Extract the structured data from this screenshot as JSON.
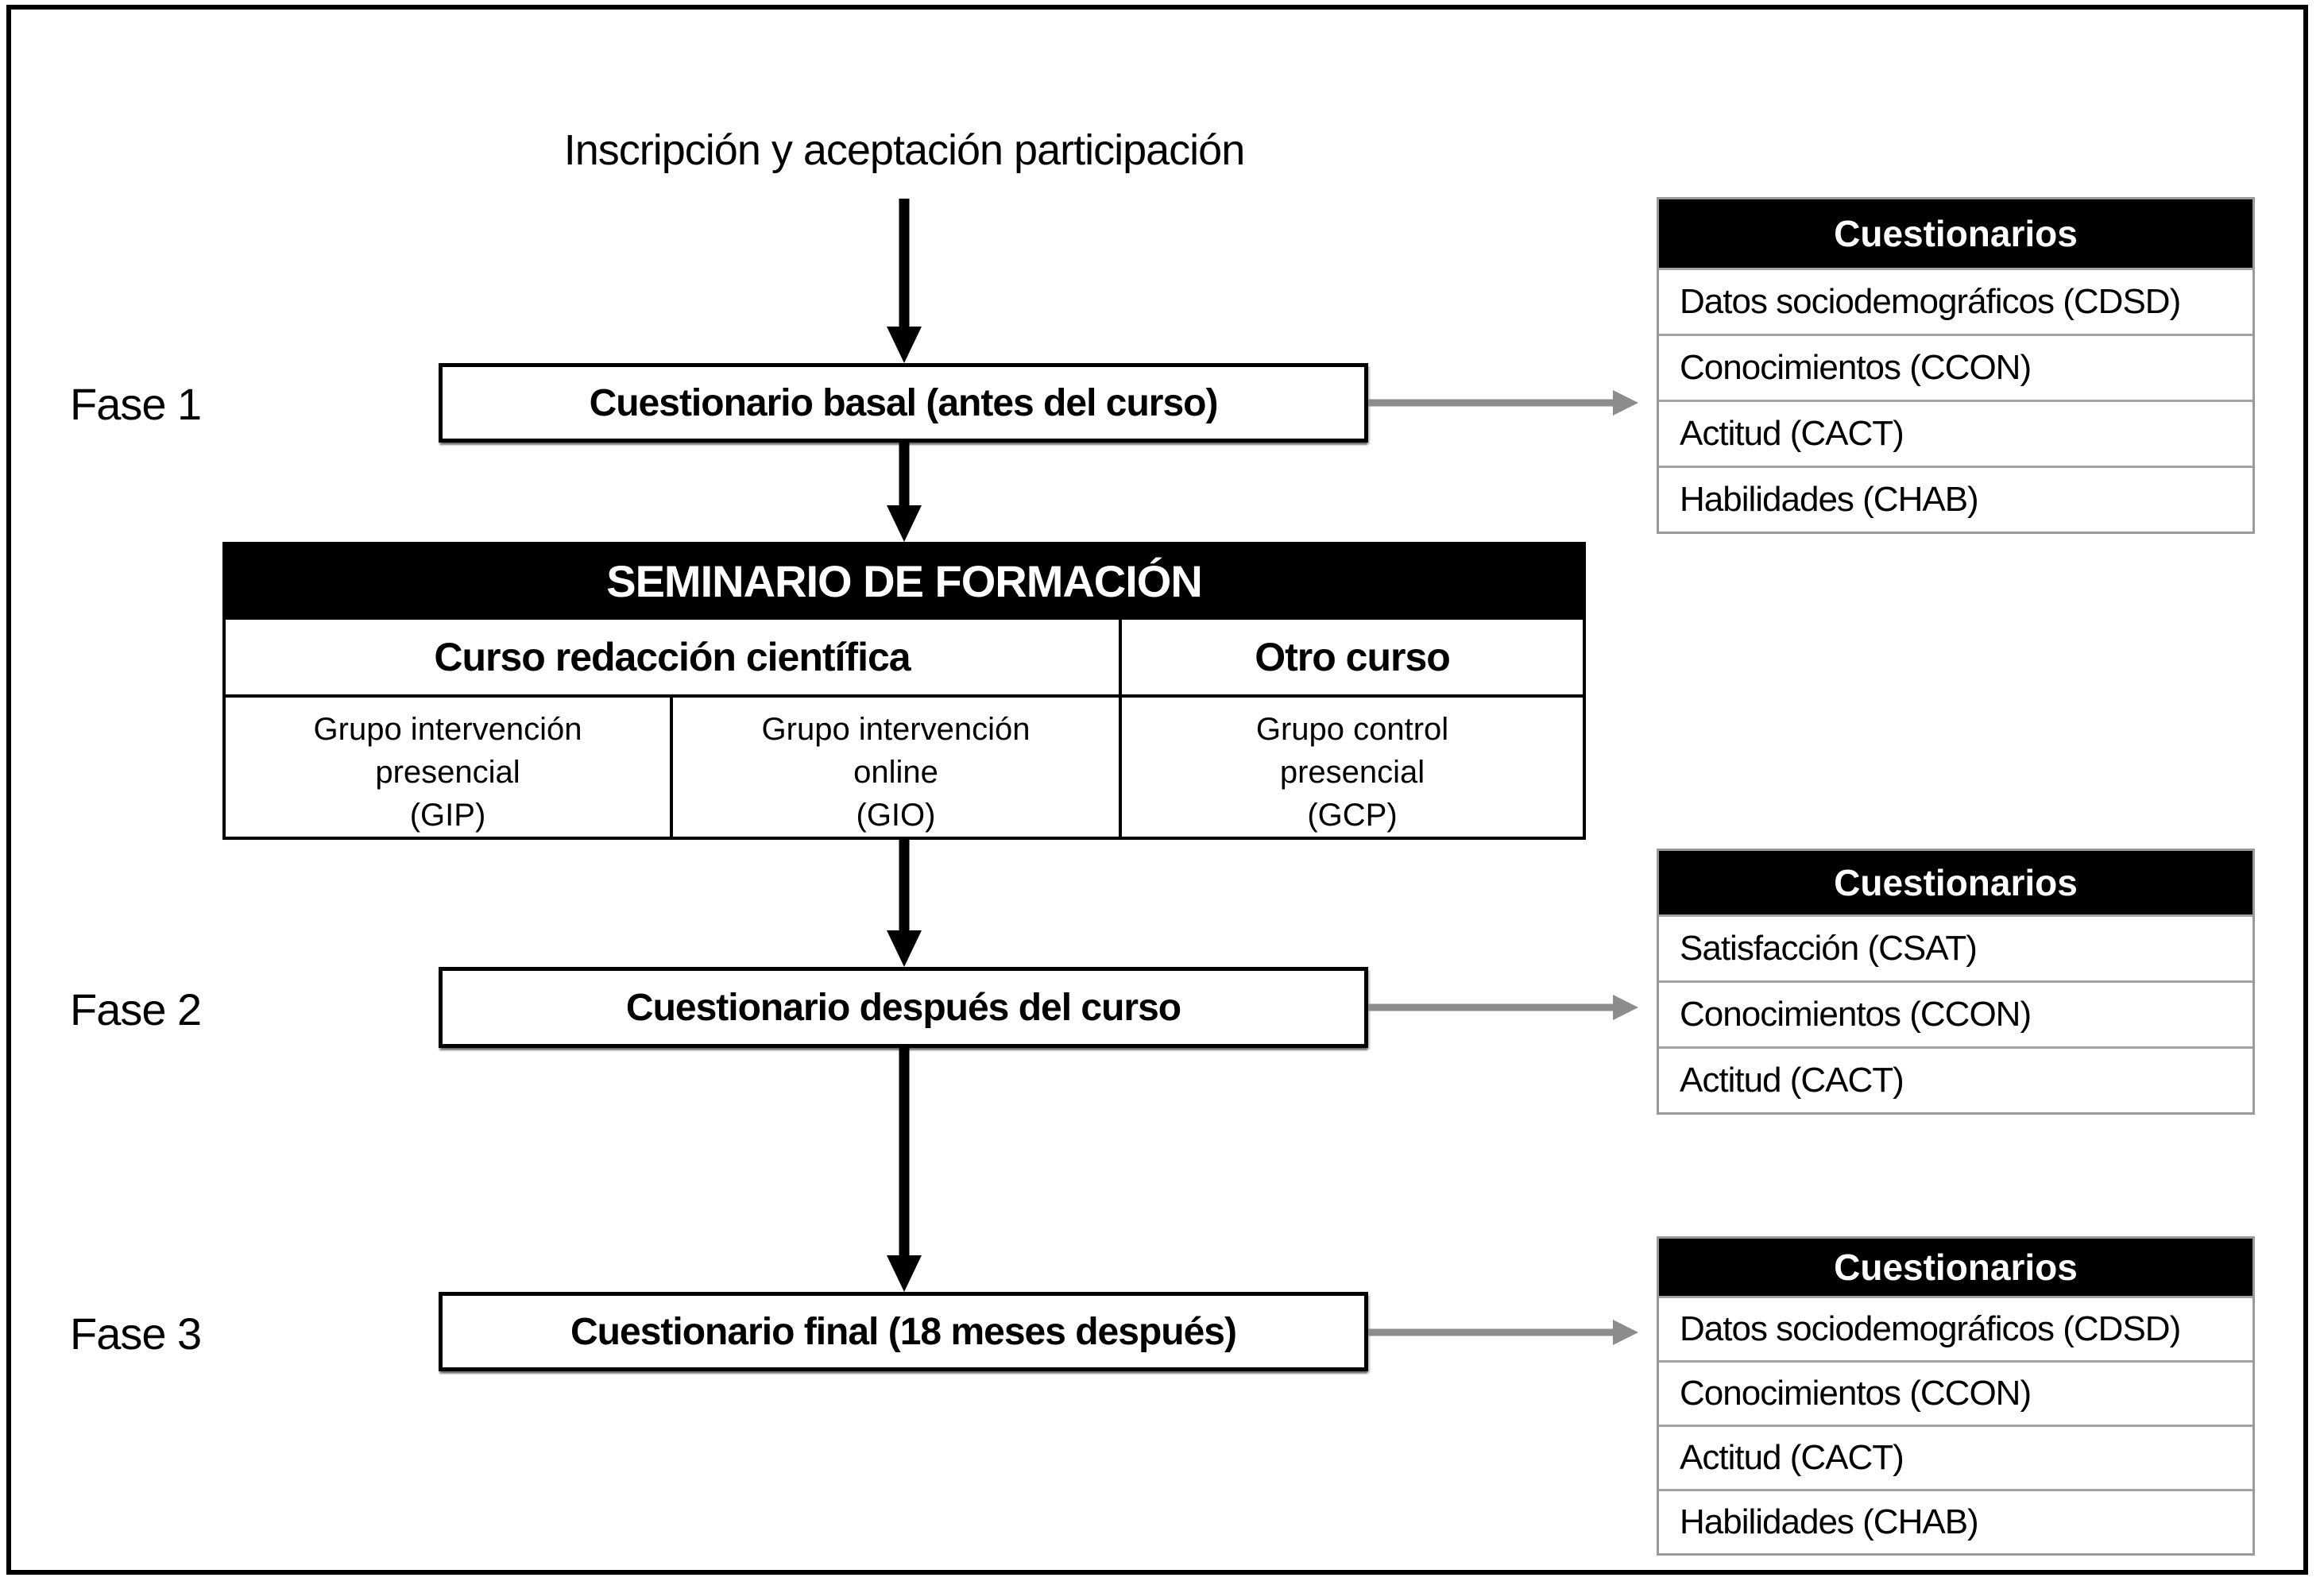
{
  "figure": {
    "top_label": "Inscripción y aceptación participación",
    "phases": [
      {
        "label": "Fase 1",
        "box_title": "Cuestionario basal (antes del curso)"
      },
      {
        "label": "Fase 2",
        "box_title": "Cuestionario después del curso"
      },
      {
        "label": "Fase 3",
        "box_title": "Cuestionario final (18 meses después)"
      }
    ],
    "seminar": {
      "title": "SEMINARIO DE FORMACIÓN",
      "course_left": "Curso redacción científica",
      "course_right": "Otro curso",
      "groups": [
        {
          "line1": "Grupo intervención",
          "line2": "presencial",
          "line3": "(GIP)"
        },
        {
          "line1": "Grupo intervención",
          "line2": "online",
          "line3": "(GIO)"
        },
        {
          "line1": "Grupo control",
          "line2": "presencial",
          "line3": "(GCP)"
        }
      ]
    },
    "tables": [
      {
        "header": "Cuestionarios",
        "rows": [
          "Datos sociodemográficos (CDSD)",
          "Conocimientos (CCON)",
          "Actitud (CACT)",
          "Habilidades (CHAB)"
        ]
      },
      {
        "header": "Cuestionarios",
        "rows": [
          "Satisfacción (CSAT)",
          "Conocimientos (CCON)",
          "Actitud (CACT)"
        ]
      },
      {
        "header": "Cuestionarios",
        "rows": [
          "Datos sociodemográficos (CDSD)",
          "Conocimientos (CCON)",
          "Actitud (CACT)",
          "Habilidades (CHAB)"
        ]
      }
    ],
    "colors": {
      "black": "#000000",
      "white": "#ffffff",
      "gray_arrow": "#8c8c8c",
      "table_border_gray": "#a3a3a3"
    }
  }
}
